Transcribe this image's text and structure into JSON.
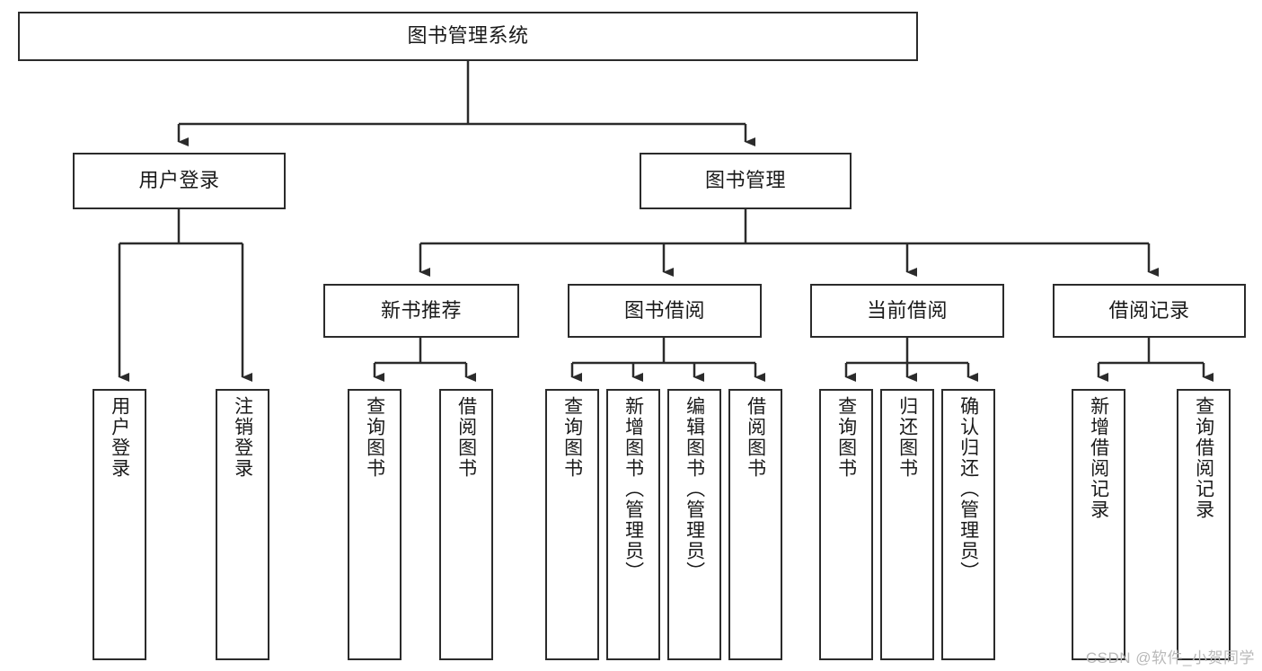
{
  "diagram": {
    "title": "图书管理系统",
    "type": "hierarchy-tree",
    "watermark": "CSDN @软件_小贺同学",
    "colors": {
      "box_border": "#2b2b2b",
      "box_fill": "#ffffff",
      "connector": "#2b2b2b",
      "text": "#1a1a1a",
      "watermark": "#b9b9b9"
    },
    "nodes": {
      "root": {
        "label": "图书管理系统",
        "orientation": "horizontal"
      },
      "user_login": {
        "label": "用户登录",
        "orientation": "horizontal"
      },
      "book_manage": {
        "label": "图书管理",
        "orientation": "horizontal"
      },
      "new_book_rec": {
        "label": "新书推荐",
        "orientation": "horizontal"
      },
      "book_borrow": {
        "label": "图书借阅",
        "orientation": "horizontal"
      },
      "current_borrow": {
        "label": "当前借阅",
        "orientation": "horizontal"
      },
      "borrow_record": {
        "label": "借阅记录",
        "orientation": "horizontal"
      },
      "leaf_user_login": {
        "label": "用户登录",
        "orientation": "vertical"
      },
      "leaf_logout": {
        "label": "注销登录",
        "orientation": "vertical"
      },
      "leaf_query_book_1": {
        "label": "查询图书",
        "orientation": "vertical"
      },
      "leaf_borrow_book_1": {
        "label": "借阅图书",
        "orientation": "vertical"
      },
      "leaf_query_book_2": {
        "label": "查询图书",
        "orientation": "vertical"
      },
      "leaf_add_book": {
        "label": "新增图书（管理员）",
        "orientation": "vertical"
      },
      "leaf_edit_book": {
        "label": "编辑图书（管理员）",
        "orientation": "vertical"
      },
      "leaf_borrow_book_2": {
        "label": "借阅图书",
        "orientation": "vertical"
      },
      "leaf_query_book_3": {
        "label": "查询图书",
        "orientation": "vertical"
      },
      "leaf_return_book": {
        "label": "归还图书",
        "orientation": "vertical"
      },
      "leaf_confirm_return": {
        "label": "确认归还（管理员）",
        "orientation": "vertical"
      },
      "leaf_add_record": {
        "label": "新增借阅记录",
        "orientation": "vertical"
      },
      "leaf_query_record": {
        "label": "查询借阅记录",
        "orientation": "vertical"
      }
    }
  }
}
